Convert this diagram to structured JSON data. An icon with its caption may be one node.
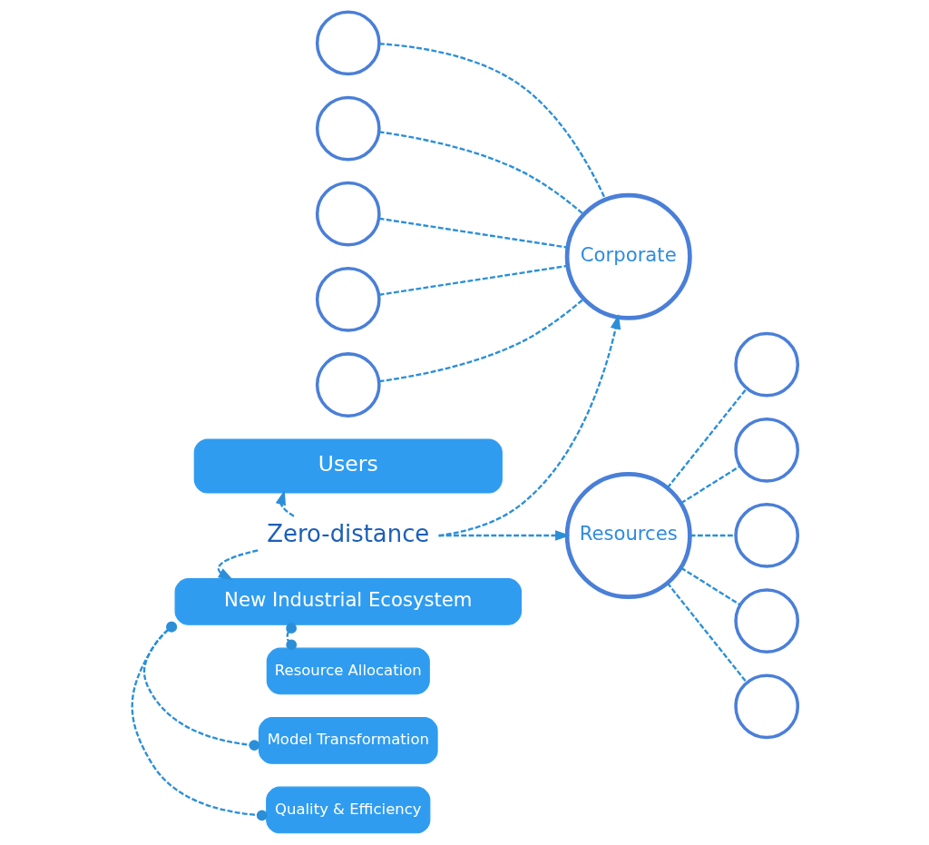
{
  "diagram": {
    "nodes": [
      {
        "text": [
          "Users"
        ]
      },
      {
        "text": [
          "Corporate"
        ]
      },
      {
        "text": [
          "Zero-distance"
        ]
      },
      {
        "text": [
          "Resources"
        ]
      },
      {
        "text": [
          "New Industrial Ecosystem"
        ]
      },
      {
        "text": [
          "Resource Allocation"
        ]
      },
      {
        "text": [
          "Model Transformation"
        ]
      },
      {
        "text": [
          "Quality & Efficiency"
        ]
      },
      {
        "text": [],
        "shape": "circle"
      },
      {
        "text": [],
        "shape": "circle"
      },
      {
        "text": [],
        "shape": "circle"
      },
      {
        "text": [],
        "shape": "circle"
      },
      {
        "text": [],
        "shape": "circle"
      },
      {
        "text": [],
        "shape": "circle"
      },
      {
        "text": [],
        "shape": "circle"
      },
      {
        "text": [],
        "shape": "circle"
      },
      {
        "text": [],
        "shape": "circle"
      },
      {
        "text": [],
        "shape": "circle"
      }
    ],
    "edges": [
      {
        "from": 2,
        "to": 0,
        "arrow": "to",
        "style": "dashed"
      },
      {
        "from": 2,
        "to": 1,
        "arrow": "to",
        "style": "dashed"
      },
      {
        "from": 2,
        "to": 3,
        "arrow": "to",
        "style": "dashed"
      },
      {
        "from": 2,
        "to": 4,
        "arrow": "to",
        "style": "dashed"
      },
      {
        "from": 8,
        "to": 1,
        "arrow": "none",
        "style": "dashed"
      },
      {
        "from": 9,
        "to": 1,
        "arrow": "none",
        "style": "dashed"
      },
      {
        "from": 10,
        "to": 1,
        "arrow": "none",
        "style": "dashed"
      },
      {
        "from": 11,
        "to": 1,
        "arrow": "none",
        "style": "dashed"
      },
      {
        "from": 12,
        "to": 1,
        "arrow": "none",
        "style": "dashed"
      },
      {
        "from": 3,
        "to": 13,
        "arrow": "none",
        "style": "dashed"
      },
      {
        "from": 3,
        "to": 14,
        "arrow": "none",
        "style": "dashed"
      },
      {
        "from": 3,
        "to": 15,
        "arrow": "none",
        "style": "dashed"
      },
      {
        "from": 3,
        "to": 16,
        "arrow": "none",
        "style": "dashed"
      },
      {
        "from": 3,
        "to": 17,
        "arrow": "none",
        "style": "dashed"
      },
      {
        "from": 4,
        "to": 5,
        "arrow": "other",
        "style": "dashed"
      },
      {
        "from": 4,
        "to": 6,
        "arrow": "other",
        "style": "dashed"
      },
      {
        "from": 4,
        "to": 7,
        "arrow": "other",
        "style": "dashed"
      }
    ]
  }
}
